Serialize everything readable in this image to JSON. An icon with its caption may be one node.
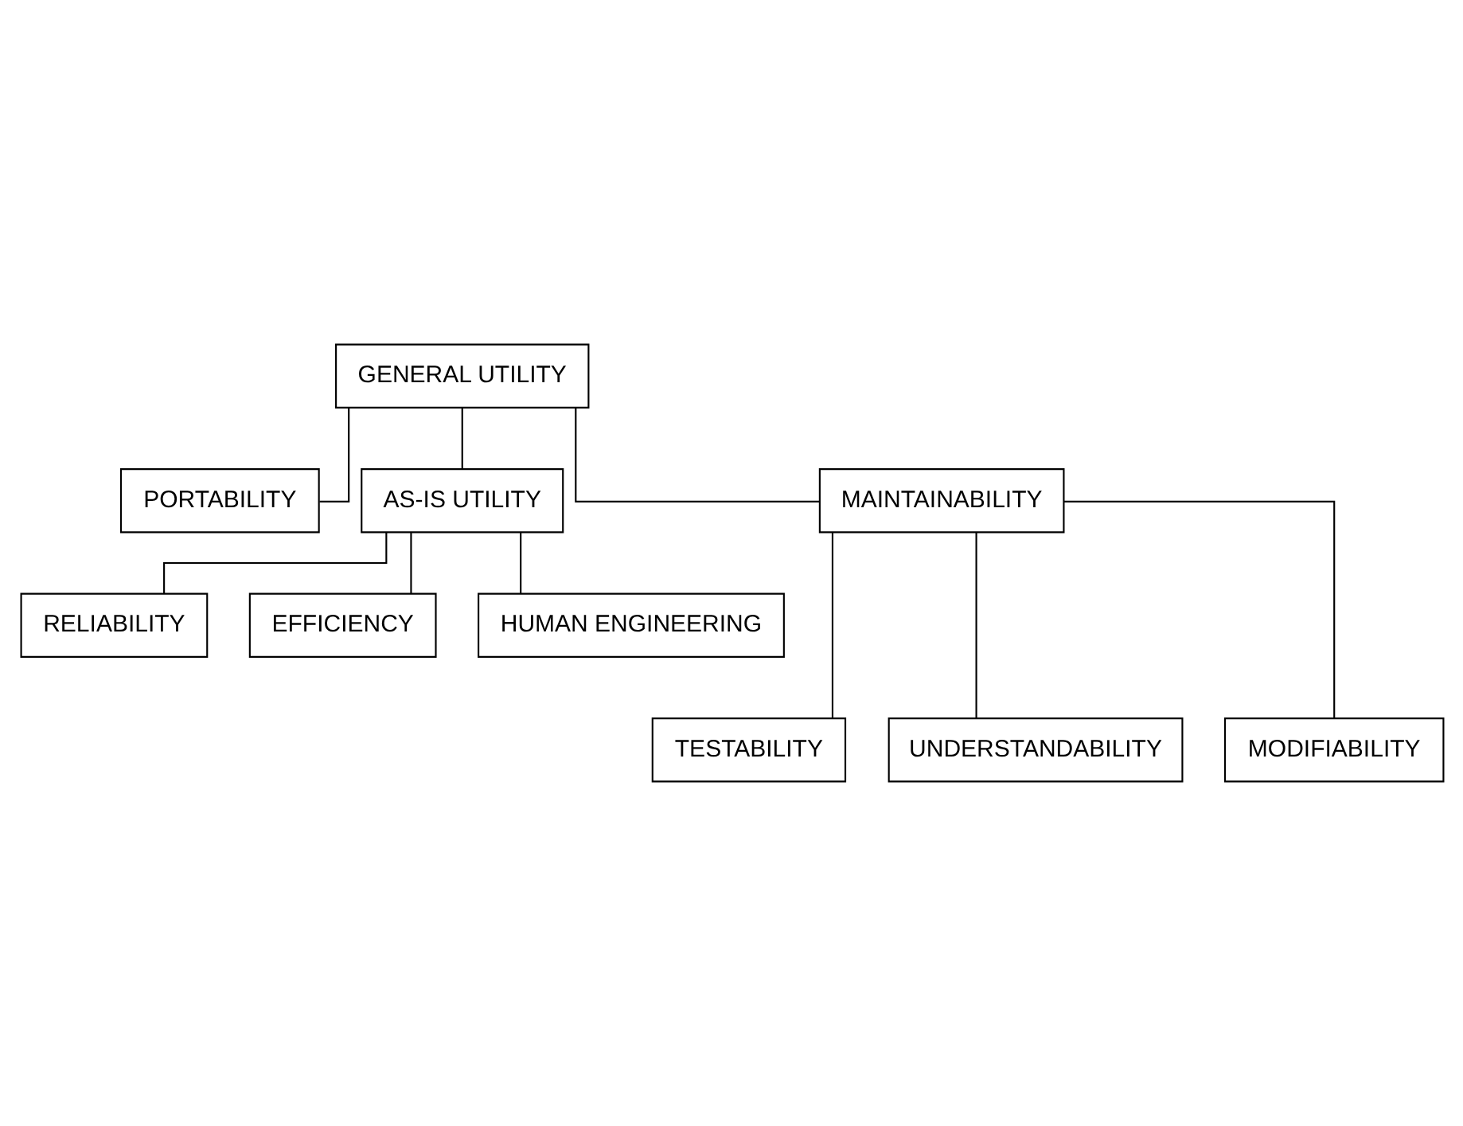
{
  "diagram": {
    "nodes": [
      {
        "text": [
          "GENERAL UTILITY"
        ]
      },
      {
        "text": [
          "PORTABILITY"
        ]
      },
      {
        "text": [
          "AS-IS UTILITY"
        ]
      },
      {
        "text": [
          "MAINTAINABILITY"
        ]
      },
      {
        "text": [
          "RELIABILITY"
        ]
      },
      {
        "text": [
          "EFFICIENCY"
        ]
      },
      {
        "text": [
          "HUMAN ENGINEERING"
        ]
      },
      {
        "text": [
          "TESTABILITY"
        ]
      },
      {
        "text": [
          "UNDERSTANDABILITY"
        ]
      },
      {
        "text": [
          "MODIFIABILITY"
        ]
      }
    ],
    "edges": [
      {
        "from": 0,
        "to": 1,
        "arrow": "none"
      },
      {
        "from": 0,
        "to": 2,
        "arrow": "none"
      },
      {
        "from": 0,
        "to": 3,
        "arrow": "none"
      },
      {
        "from": 2,
        "to": 4,
        "arrow": "none"
      },
      {
        "from": 2,
        "to": 5,
        "arrow": "none"
      },
      {
        "from": 2,
        "to": 6,
        "arrow": "none"
      },
      {
        "from": 3,
        "to": 7,
        "arrow": "none"
      },
      {
        "from": 3,
        "to": 8,
        "arrow": "none"
      },
      {
        "from": 3,
        "to": 9,
        "arrow": "none"
      }
    ]
  }
}
